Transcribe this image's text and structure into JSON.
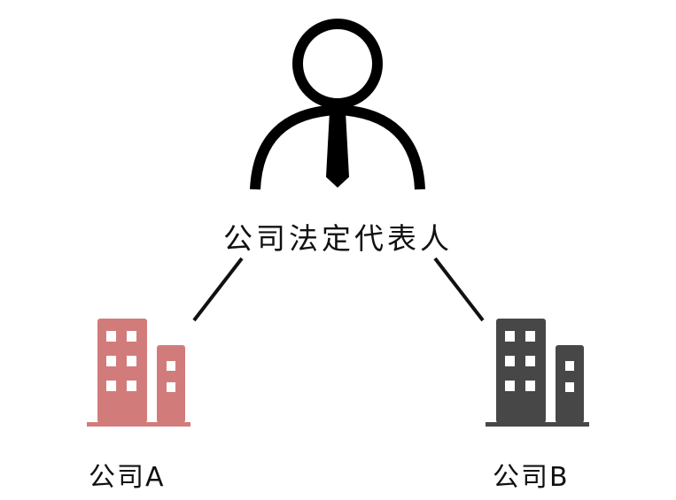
{
  "representative": {
    "label": "公司法定代表人",
    "color": "#000000",
    "icon": "person-with-tie-icon"
  },
  "company_a": {
    "label": "公司A",
    "color": "#d17c7b",
    "icon": "building-icon"
  },
  "company_b": {
    "label": "公司B",
    "color": "#474747",
    "icon": "building-icon"
  },
  "connector_color": "#111111"
}
